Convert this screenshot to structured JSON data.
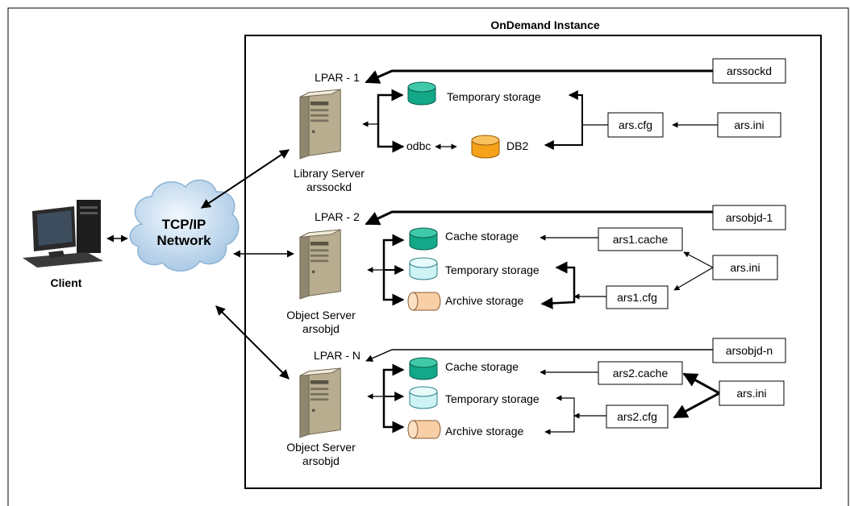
{
  "title": "OnDemand Instance",
  "client": {
    "label": "Client"
  },
  "network": {
    "line1": "TCP/IP",
    "line2": "Network"
  },
  "lpars": [
    {
      "label": "LPAR - 1",
      "server_name": "Library Server",
      "server_daemon": "arssockd",
      "daemon_box": "arssockd",
      "storage": [
        "Temporary storage",
        "DB2"
      ],
      "odbc": "odbc",
      "config": [
        "ars.cfg"
      ],
      "ini": "ars.ini"
    },
    {
      "label": "LPAR - 2",
      "server_name": "Object Server",
      "server_daemon": "arsobjd",
      "daemon_box": "arsobjd-1",
      "storage": [
        "Cache storage",
        "Temporary storage",
        "Archive storage"
      ],
      "config": [
        "ars1.cache",
        "ars1.cfg"
      ],
      "ini": "ars.ini"
    },
    {
      "label": "LPAR - N",
      "server_name": "Object Server",
      "server_daemon": "arsobjd",
      "daemon_box": "arsobjd-n",
      "storage": [
        "Cache storage",
        "Temporary storage",
        "Archive storage"
      ],
      "config": [
        "ars2.cache",
        "ars2.cfg"
      ],
      "ini": "ars.ini"
    }
  ],
  "colors": {
    "temp_green": "#12a888",
    "db2_orange": "#f5a11a",
    "light_cyan": "#cdf3f5",
    "peach": "#f8cfa6",
    "server_beige": "#ece3cd",
    "cloud": "#cfe3f4"
  }
}
